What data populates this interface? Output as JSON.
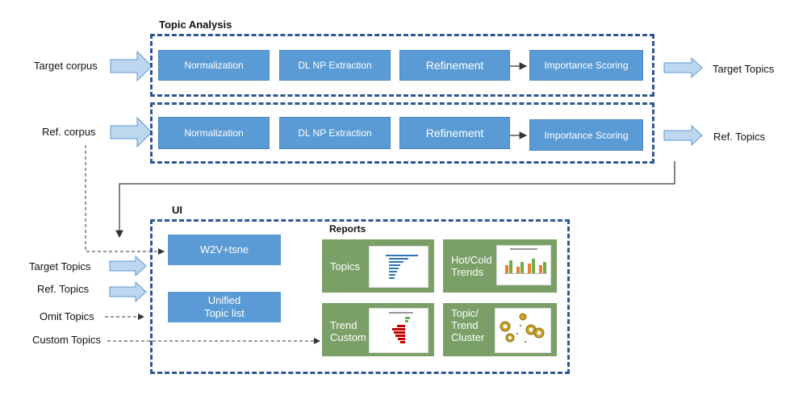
{
  "topic_analysis": {
    "title": "Topic Analysis",
    "target_row": {
      "input": "Target corpus",
      "steps": [
        "Normalization",
        "DL NP Extraction",
        "Refinement",
        "Importance Scoring"
      ],
      "output": "Target Topics"
    },
    "ref_row": {
      "input": "Ref. corpus",
      "steps": [
        "Normalization",
        "DL NP Extraction",
        "Refinement",
        "Importance Scoring"
      ],
      "output": "Ref. Topics"
    }
  },
  "ui": {
    "title": "UI",
    "inputs": [
      "Target Topics",
      "Ref. Topics",
      "Omit Topics",
      "Custom Topics"
    ],
    "boxes": [
      "W2V+tsne",
      "Unified\nTopic list"
    ],
    "reports": {
      "title": "Reports",
      "items": [
        "Topics",
        "Hot/Cold\nTrends",
        "Trend\nCustom",
        "Topic/\nTrend\nCluster"
      ]
    }
  },
  "colors": {
    "frame_border": "#2f5597",
    "step_fill": "#5b9bd5",
    "report_fill": "#7aa068",
    "arrow_fill": "#bdd7ee"
  }
}
